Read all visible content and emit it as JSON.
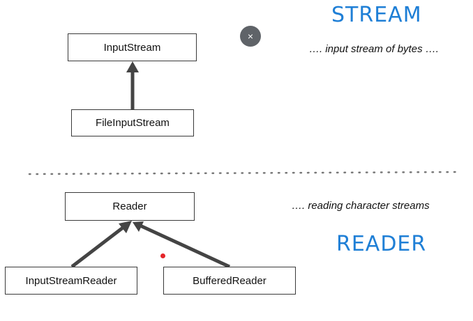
{
  "close_button": {
    "symbol": "×"
  },
  "stream_section": {
    "heading": "STREAM",
    "note": "…. input stream of bytes ….",
    "parent_box": "InputStream",
    "child_box": "FileInputStream"
  },
  "reader_section": {
    "heading": "READER",
    "note": "…. reading character streams",
    "parent_box": "Reader",
    "child_boxes": [
      "InputStreamReader",
      "BufferedReader"
    ]
  },
  "colors": {
    "heading": "#1f7fd6",
    "arrow": "#444444",
    "close_button_bg": "#5f6368",
    "pointer_dot": "#e5252a"
  }
}
